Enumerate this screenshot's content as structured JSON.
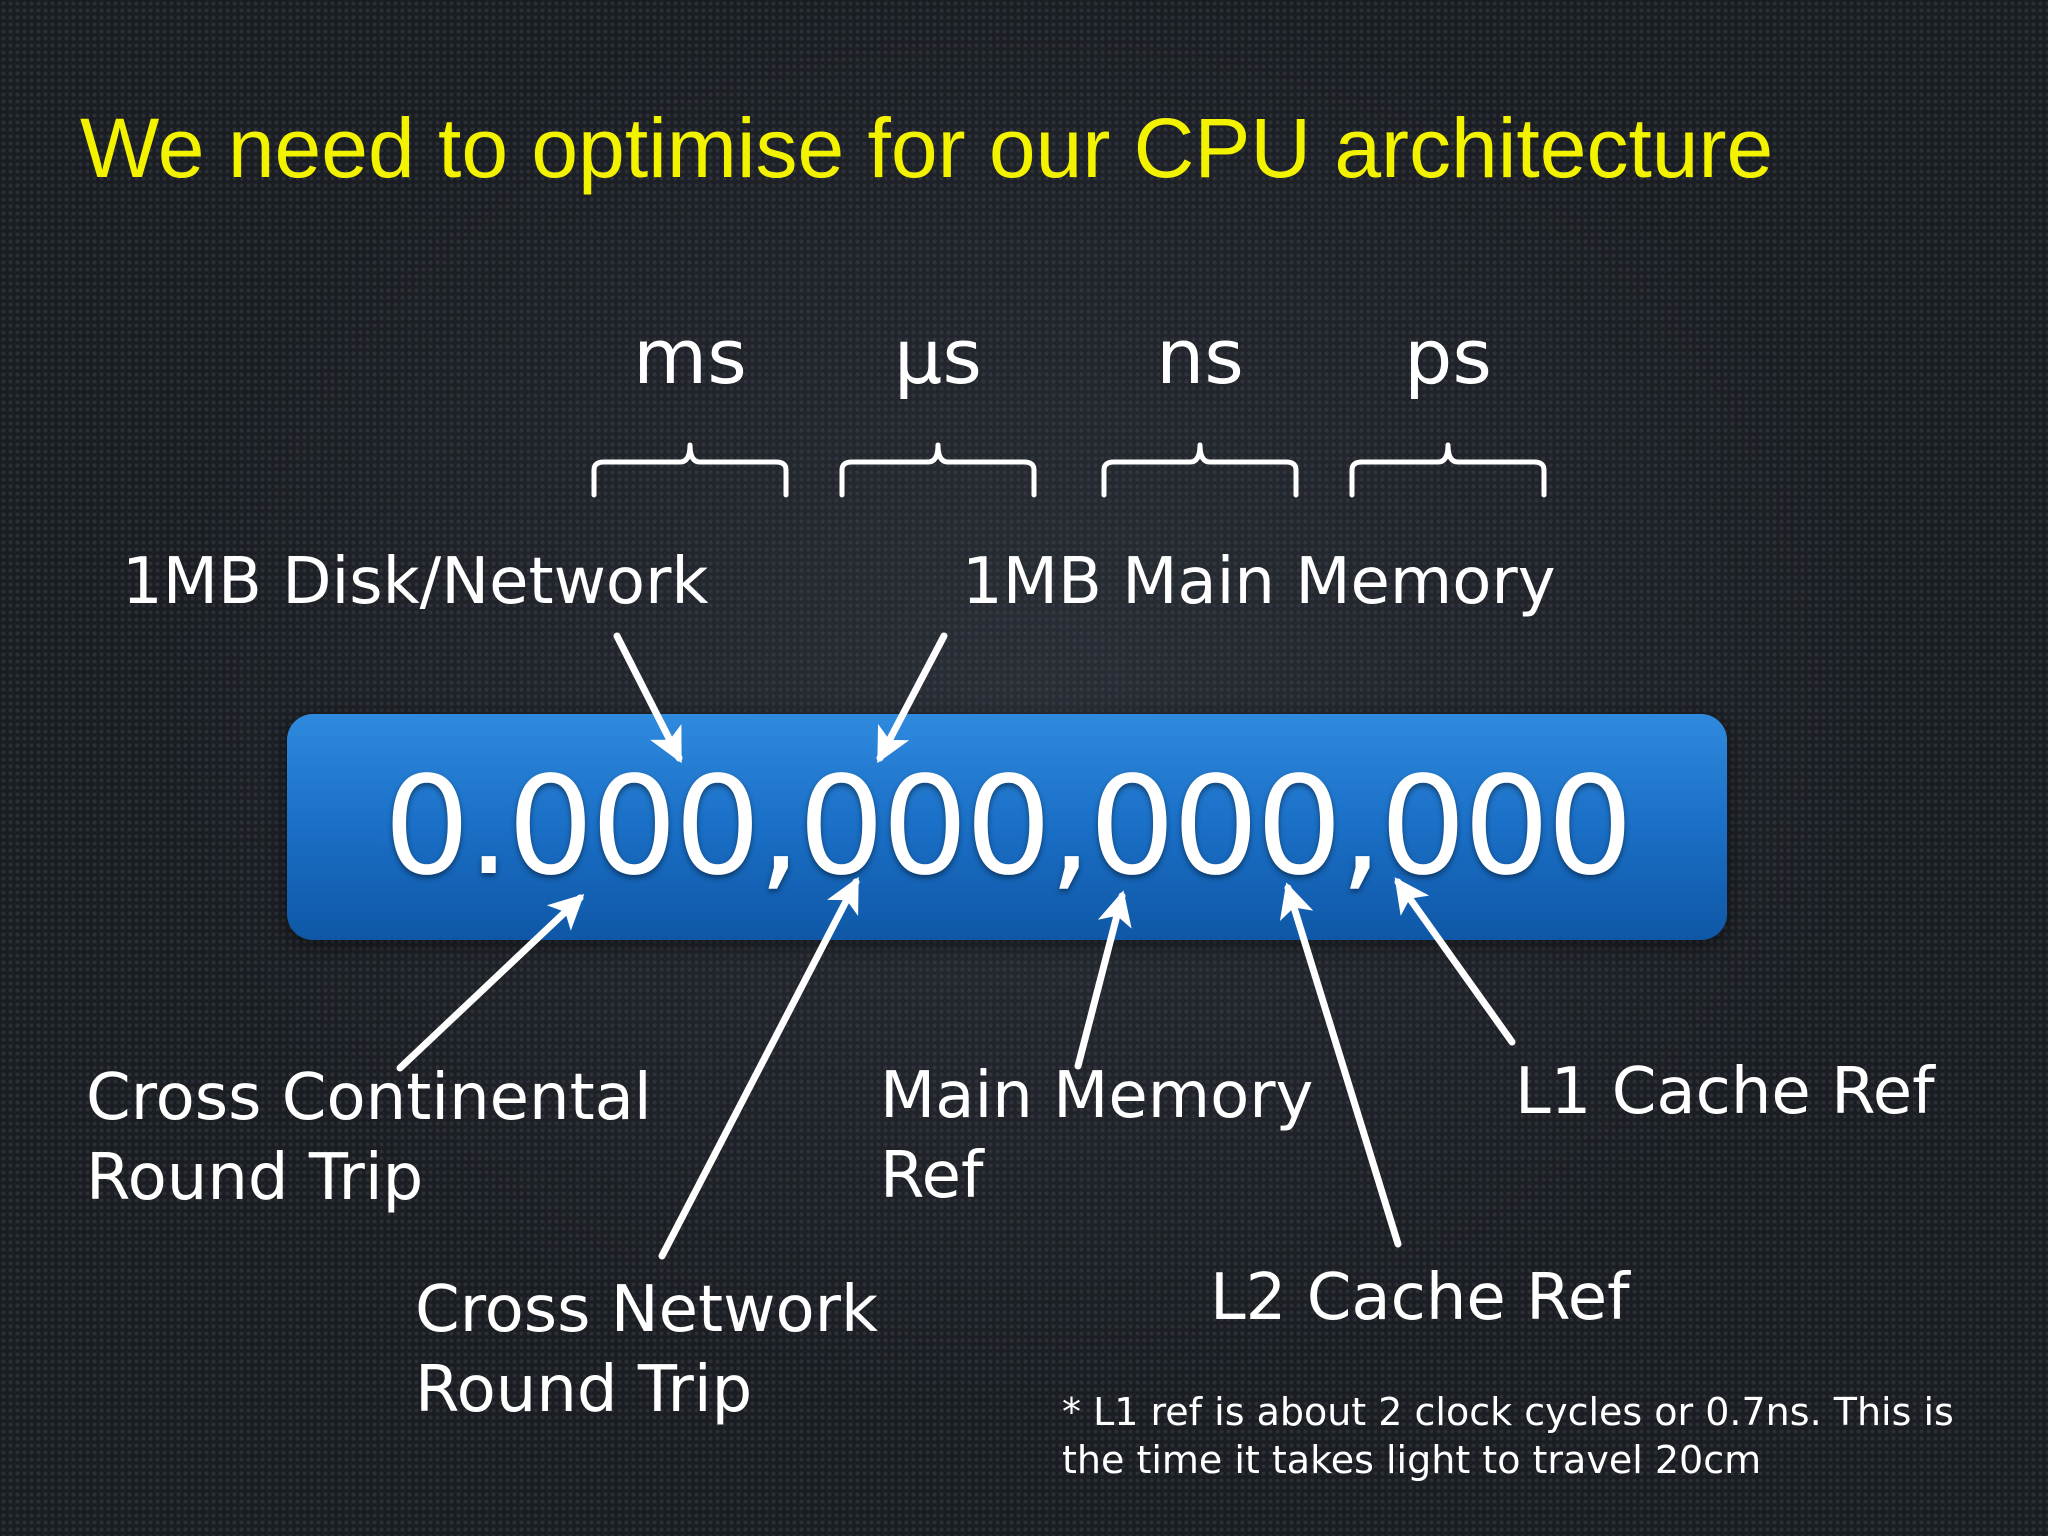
{
  "title": "We need to optimise for our CPU architecture",
  "units": [
    "ms",
    "μs",
    "ns",
    "ps"
  ],
  "number": "0.000,000,000,000",
  "labels": {
    "disk_network": "1MB Disk/Network",
    "main_memory_1mb": "1MB Main Memory",
    "cross_continental_line1": "Cross Continental",
    "cross_continental_line2": "Round Trip",
    "main_memory_ref_line1": "Main Memory",
    "main_memory_ref_line2": "Ref",
    "l1_cache_ref": "L1 Cache Ref",
    "cross_network_line1": "Cross Network",
    "cross_network_line2": "Round Trip",
    "l2_cache_ref": "L2 Cache Ref"
  },
  "footnote": {
    "line1": "* L1 ref is about 2 clock cycles or 0.7ns. This is",
    "line2": "the time it takes light to travel 20cm"
  },
  "colors": {
    "title": "#f3f300",
    "bar": "#1a6fc6",
    "text": "#ffffff"
  }
}
